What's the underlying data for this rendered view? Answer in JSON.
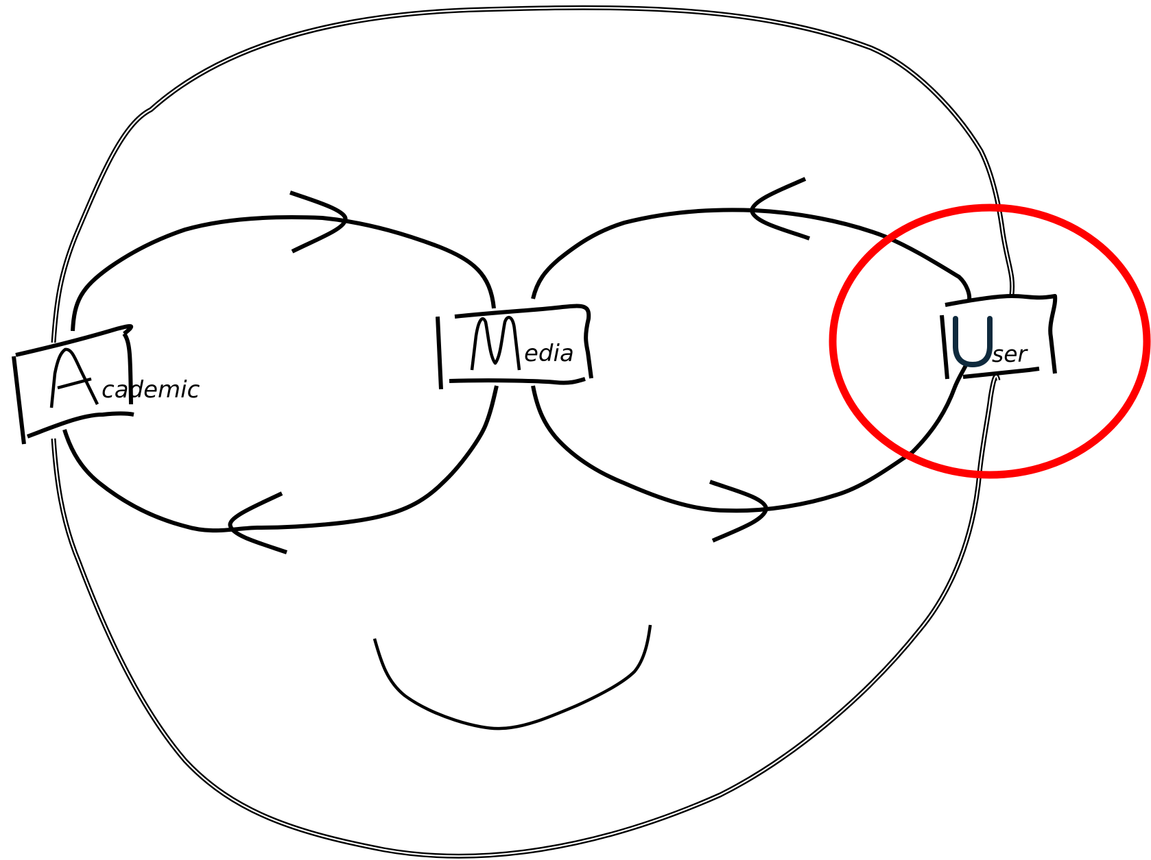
{
  "nodes": [
    {
      "id": "academic",
      "initial": "A",
      "rest": "cademic",
      "full": "Academic"
    },
    {
      "id": "media",
      "initial": "M",
      "rest": "edia",
      "full": "Media"
    },
    {
      "id": "user",
      "initial": "U",
      "rest": "ser",
      "full": "User"
    }
  ],
  "edges": [
    {
      "from": "academic",
      "to": "media",
      "direction": "forward"
    },
    {
      "from": "media",
      "to": "academic",
      "direction": "backward"
    },
    {
      "from": "user",
      "to": "media",
      "direction": "backward"
    },
    {
      "from": "media",
      "to": "user",
      "direction": "forward"
    },
    {
      "from": "academic",
      "to": "user",
      "direction": "outer-loop"
    }
  ],
  "highlight": {
    "target": "user",
    "color": "#ff0000"
  },
  "colors": {
    "ink": "#000000",
    "highlight": "#ff0000",
    "user_initial": "#0f2a3d",
    "background": "#ffffff"
  }
}
